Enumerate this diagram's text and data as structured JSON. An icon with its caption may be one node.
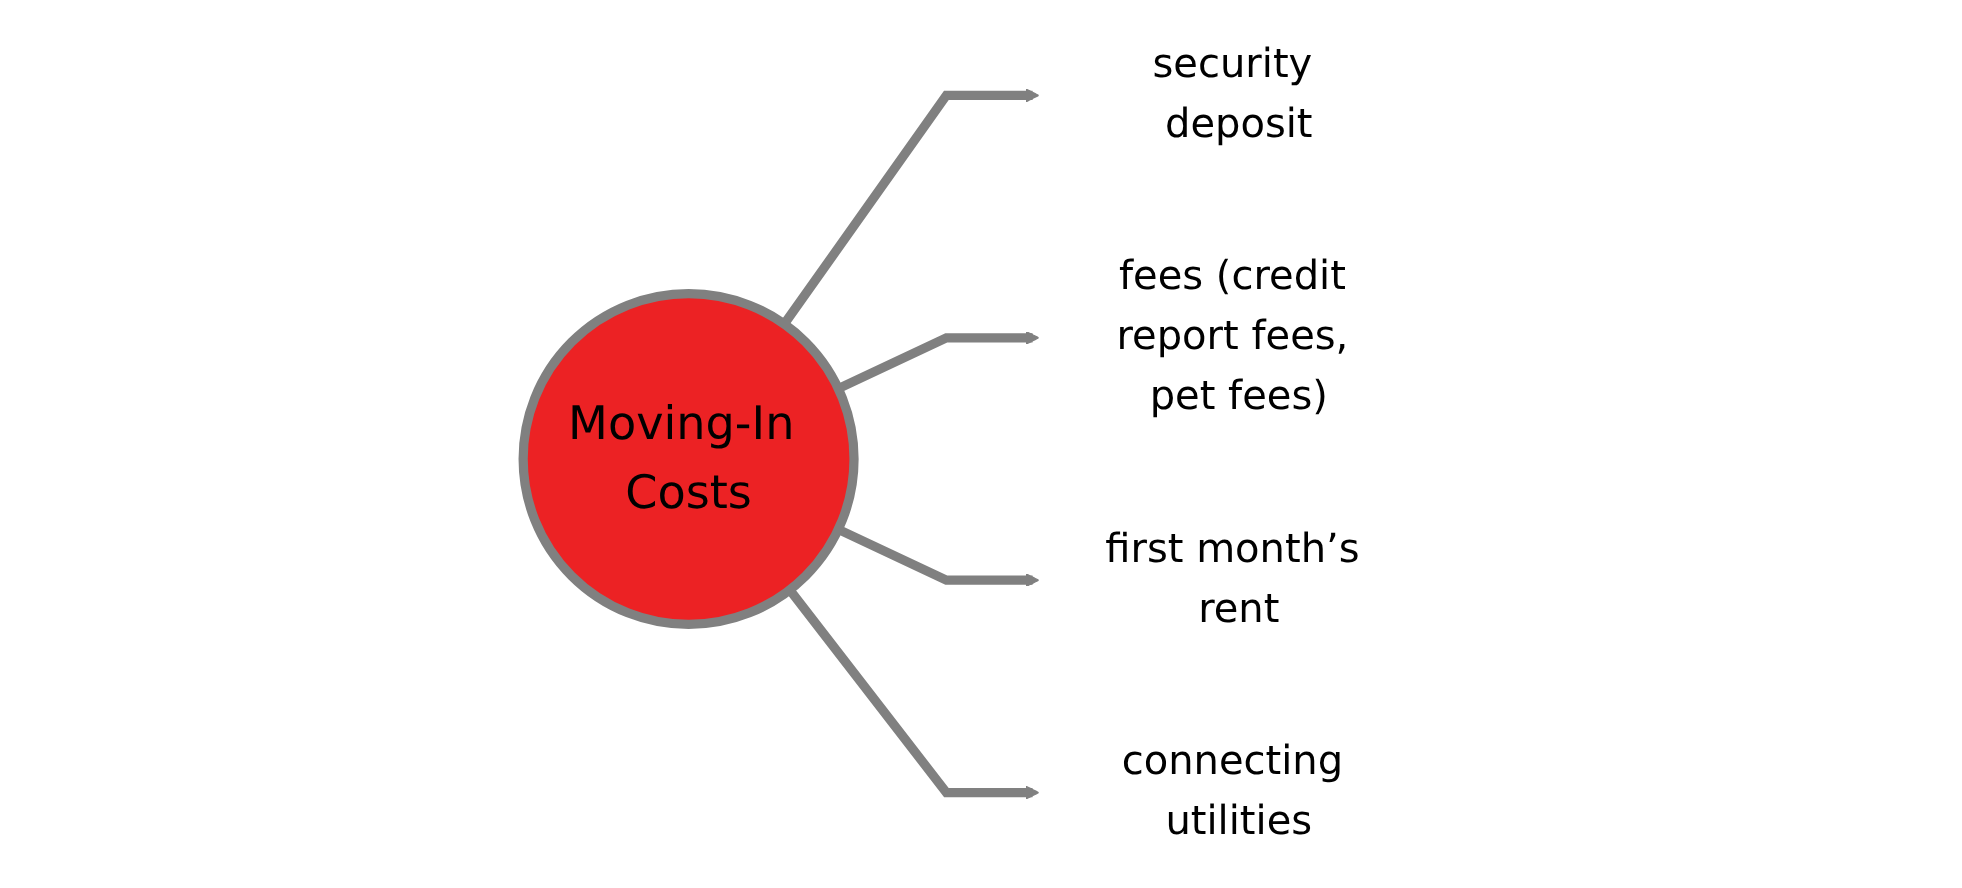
{
  "diagram": {
    "nodes": [
      {
        "text": [
          "Moving-In Costs"
        ]
      },
      {
        "text": [
          "security deposit"
        ]
      },
      {
        "text": [
          "fees (credit report fees, pet fees)"
        ]
      },
      {
        "text": [
          "first month’s rent"
        ]
      },
      {
        "text": [
          "connecting utilities"
        ]
      }
    ],
    "edges": [
      {
        "from": 0,
        "to": 1,
        "arrow": "to"
      },
      {
        "from": 0,
        "to": 2,
        "arrow": "to"
      },
      {
        "from": 0,
        "to": 3,
        "arrow": "to"
      },
      {
        "from": 0,
        "to": 4,
        "arrow": "to"
      }
    ]
  }
}
